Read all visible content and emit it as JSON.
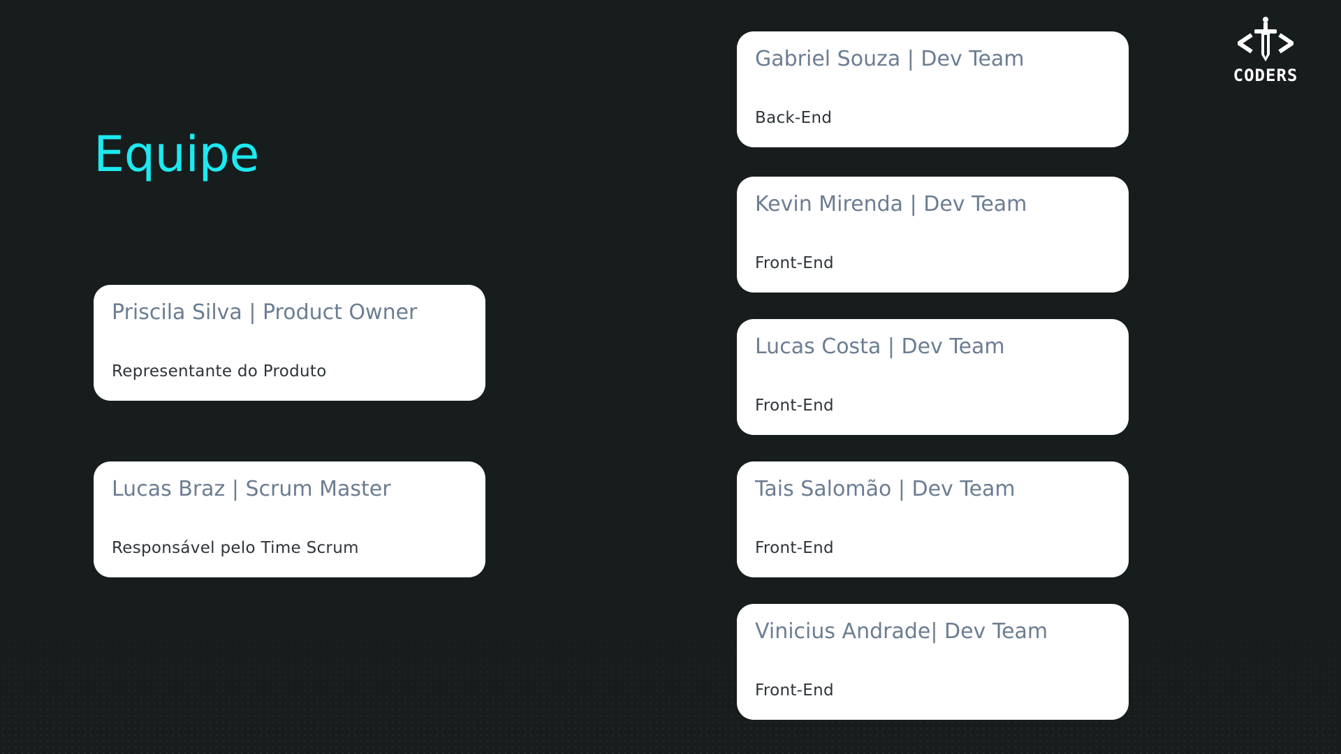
{
  "slide": {
    "title": "Equipe",
    "brand": "CODERS",
    "logo_icon": "sword-code-icon",
    "accent_color": "#1de9f0",
    "background_color": "#171c1d"
  },
  "cards": [
    {
      "name": "Priscila Silva | Product Owner",
      "role": "Representante do Produto"
    },
    {
      "name": "Lucas Braz | Scrum Master",
      "role": "Responsável pelo Time Scrum"
    },
    {
      "name": "Gabriel Souza | Dev Team",
      "role": "Back-End"
    },
    {
      "name": "Kevin Mirenda | Dev Team",
      "role": "Front-End"
    },
    {
      "name": "Lucas Costa | Dev Team",
      "role": "Front-End"
    },
    {
      "name": "Tais Salomão | Dev Team",
      "role": "Front-End"
    },
    {
      "name": "Vinicius Andrade| Dev Team",
      "role": "Front-End"
    }
  ]
}
